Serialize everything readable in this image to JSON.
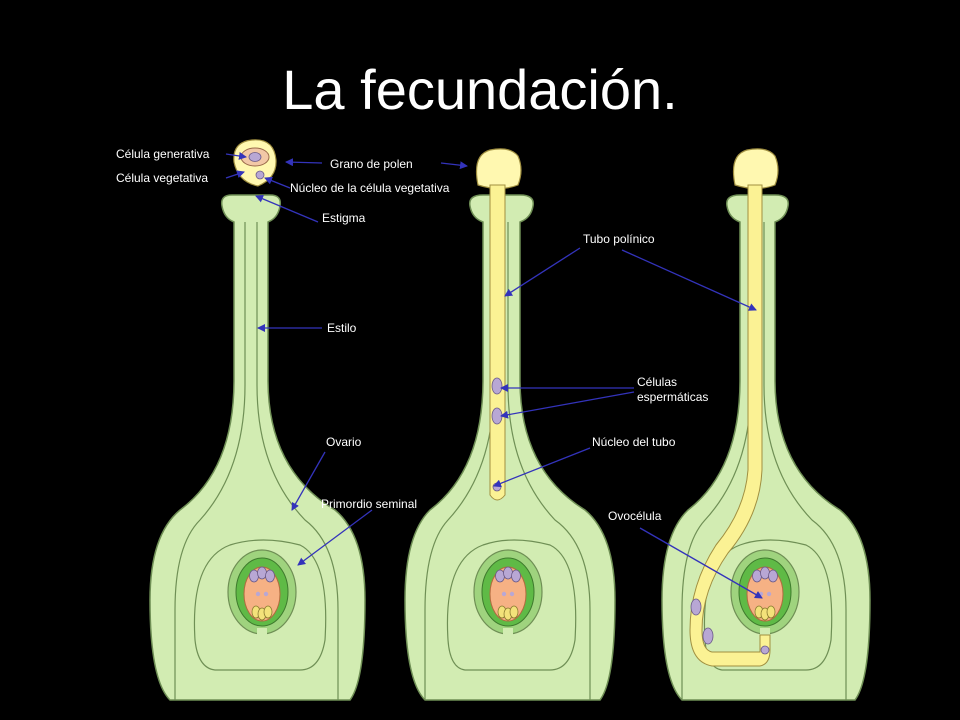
{
  "title": "La fecundación.",
  "labels": {
    "celula_generativa": "Célula generativa",
    "celula_vegetativa": "Célula vegetativa",
    "grano_de_polen": "Grano de polen",
    "nucleo_celula_vegetativa": "Núcleo de la célula vegetativa",
    "estigma": "Estigma",
    "estilo": "Estilo",
    "ovario": "Ovario",
    "primordio_seminal": "Primordio seminal",
    "tubo_polinico": "Tubo polínico",
    "celulas_espermaticas_1": "Células",
    "celulas_espermaticas_2": "espermáticas",
    "nucleo_del_tubo": "Núcleo del tubo",
    "ovocelula": "Ovocélula"
  },
  "colors": {
    "background": "#000000",
    "pistil_fill": "#d2ecb2",
    "pistil_outline": "#6f8f55",
    "pollen_fill": "#fff8b0",
    "pollen_tube": "#fbf294",
    "ovule_green": "#5fba46",
    "embryo_sac": "#f6b184",
    "cell_purple": "#b8a7d4",
    "arrow": "#3333bb",
    "label_text": "#ffffff"
  }
}
